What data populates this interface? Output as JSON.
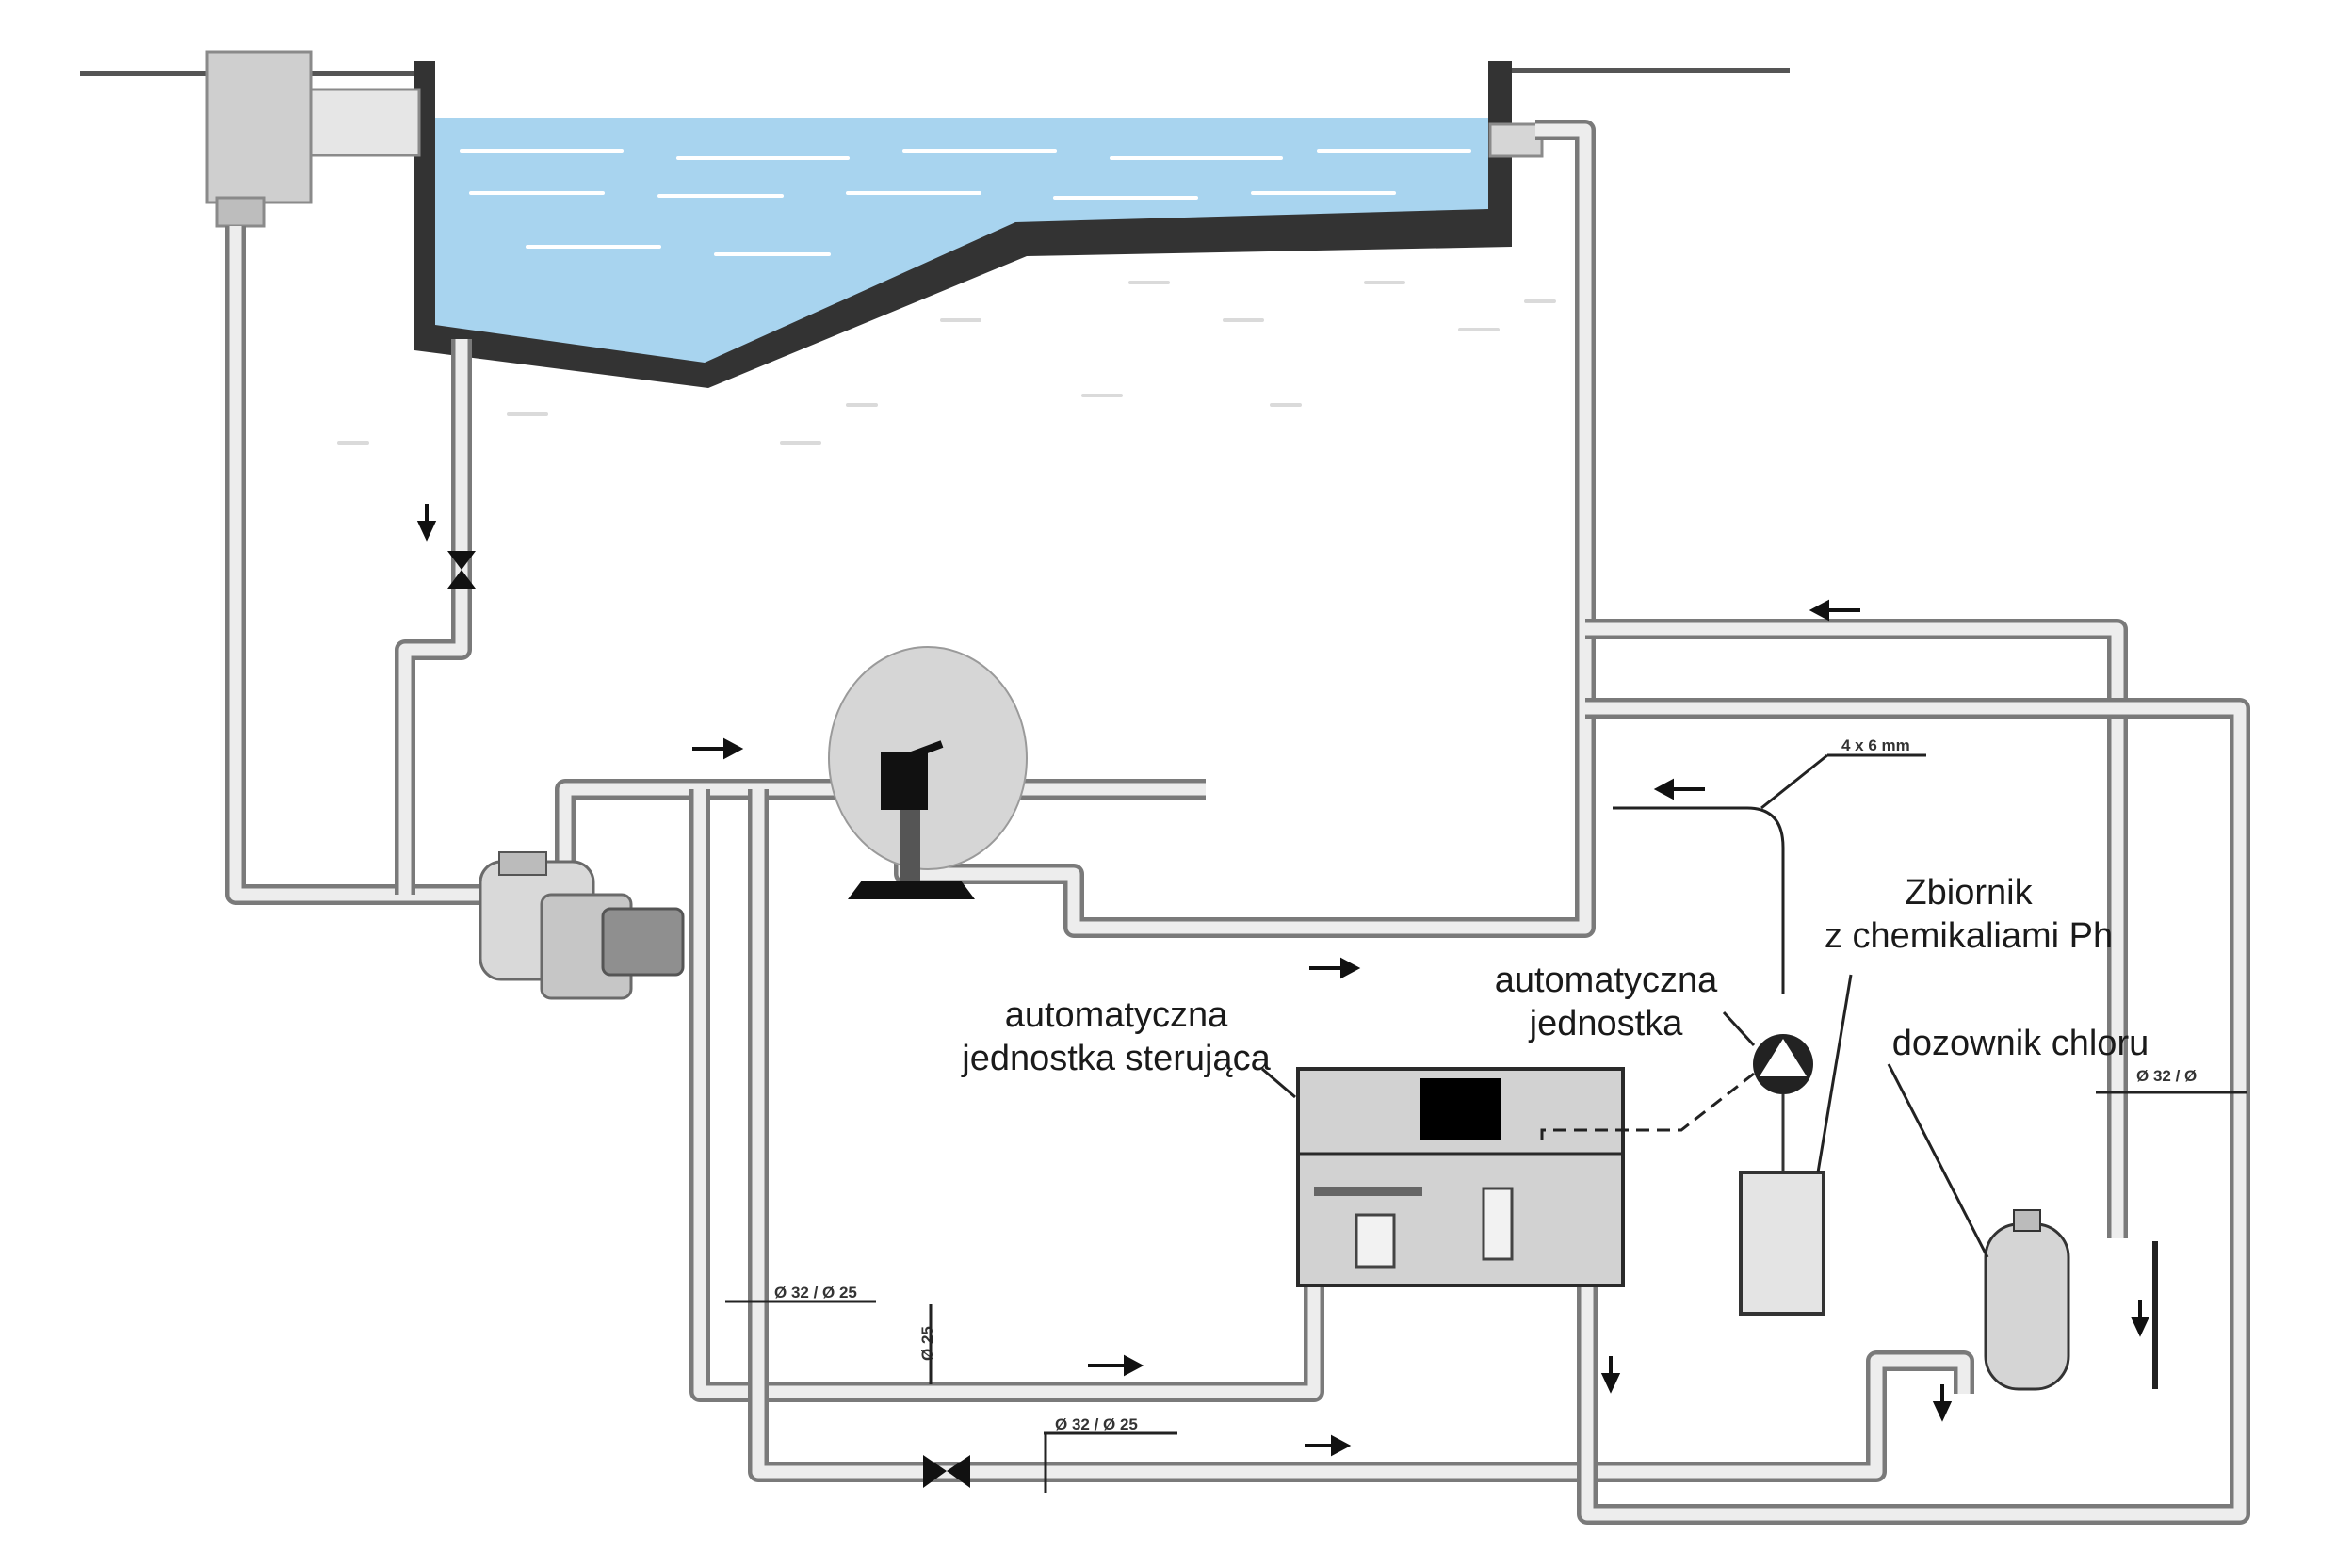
{
  "labels": {
    "control_unit": [
      "automatyczna",
      "jednostka sterująca"
    ],
    "auto_unit": [
      "automatyczna",
      "jednostka"
    ],
    "tank": [
      "Zbiornik",
      "z chemikaliami Ph"
    ],
    "chlorine": [
      "dozownik chloru"
    ]
  },
  "dimensions": {
    "hose": "4 x 6 mm",
    "left_branch": "Ø 32 / Ø 25",
    "vertical": "Ø 25",
    "bottom_line": "Ø 32 / Ø 25",
    "right_branch": "Ø 32 / Ø"
  },
  "colors": {
    "water": "#a8d4ef",
    "pool_wall": "#333333",
    "pipe": "#7a7a7a",
    "equipment": "#d0d0d0"
  }
}
